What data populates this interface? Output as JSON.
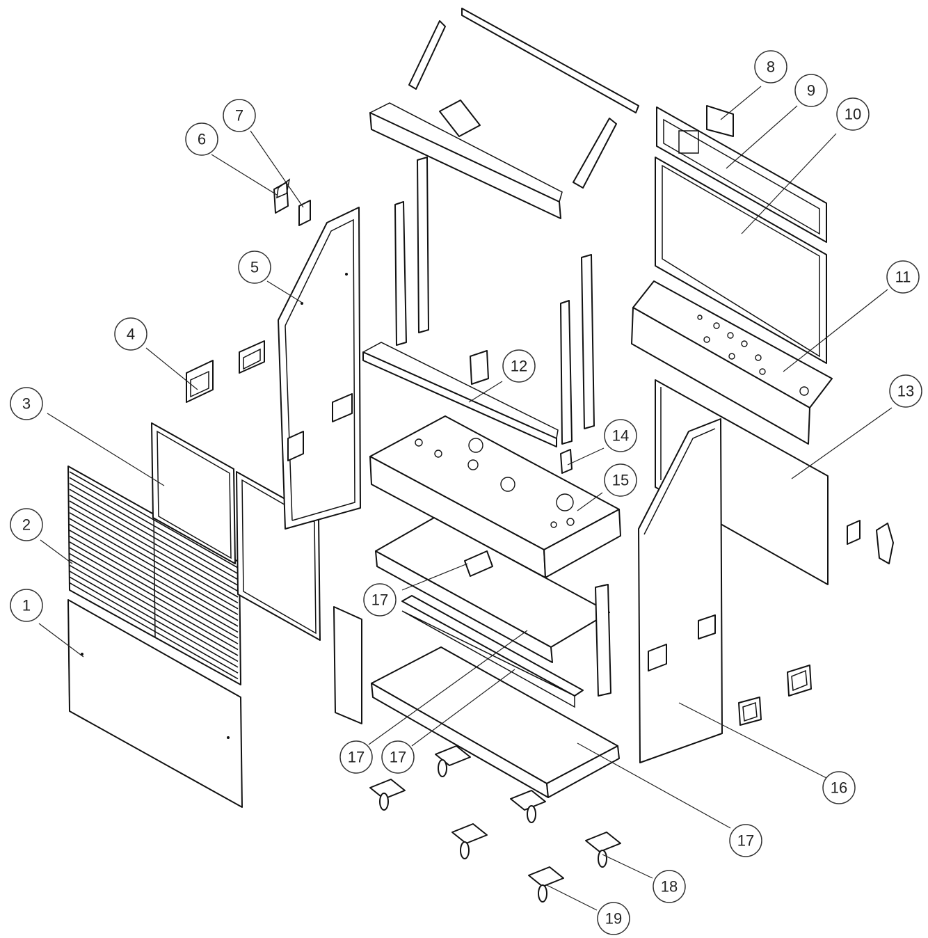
{
  "diagram": {
    "callouts": [
      {
        "id": "callout-1",
        "label": "1"
      },
      {
        "id": "callout-2",
        "label": "2"
      },
      {
        "id": "callout-3",
        "label": "3"
      },
      {
        "id": "callout-4",
        "label": "4"
      },
      {
        "id": "callout-5",
        "label": "5"
      },
      {
        "id": "callout-6",
        "label": "6"
      },
      {
        "id": "callout-7",
        "label": "7"
      },
      {
        "id": "callout-8",
        "label": "8"
      },
      {
        "id": "callout-9",
        "label": "9"
      },
      {
        "id": "callout-10",
        "label": "10"
      },
      {
        "id": "callout-11",
        "label": "11"
      },
      {
        "id": "callout-12",
        "label": "12"
      },
      {
        "id": "callout-13",
        "label": "13"
      },
      {
        "id": "callout-14",
        "label": "14"
      },
      {
        "id": "callout-15",
        "label": "15"
      },
      {
        "id": "callout-16",
        "label": "16"
      },
      {
        "id": "callout-17a",
        "label": "17"
      },
      {
        "id": "callout-17b",
        "label": "17"
      },
      {
        "id": "callout-17c",
        "label": "17"
      },
      {
        "id": "callout-17d",
        "label": "17"
      },
      {
        "id": "callout-18",
        "label": "18"
      },
      {
        "id": "callout-19",
        "label": "19"
      }
    ]
  }
}
